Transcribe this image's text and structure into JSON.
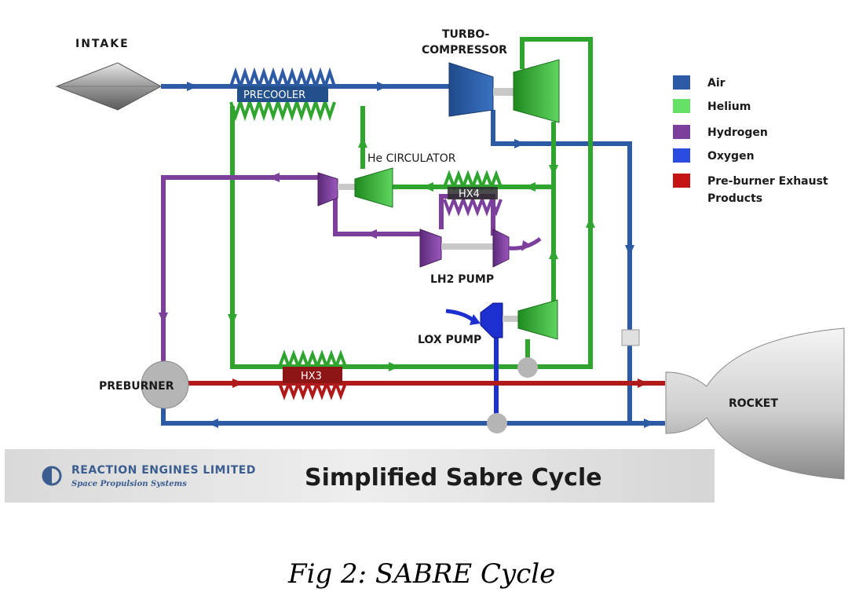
{
  "diagram": {
    "labels": {
      "intake": "INTAKE",
      "turbo_line1": "TURBO-",
      "turbo_line2": "COMPRESSOR",
      "precooler": "PRECOOLER",
      "he_circulator": "He CIRCULATOR",
      "hx4": "HX4",
      "lh2_pump": "LH2 PUMP",
      "lox_pump": "LOX PUMP",
      "preburner": "PREBURNER",
      "hx3": "HX3",
      "rocket": "ROCKET"
    },
    "legend": [
      {
        "label": "Air",
        "color": "#2c5aa5"
      },
      {
        "label": "Helium",
        "color": "#66e066"
      },
      {
        "label": "Hydrogen",
        "color": "#7d3f9c"
      },
      {
        "label": "Oxygen",
        "color": "#2b4ce0"
      },
      {
        "label": "Pre-burner Exhaust",
        "label2": "Products",
        "color": "#c41414"
      }
    ],
    "colors": {
      "air": "#2c5aa5",
      "helium": "#2fa52f",
      "hydrogen": "#7d3f9c",
      "oxygen": "#1e2fd0",
      "exhaust": "#b01a1a"
    }
  },
  "banner": {
    "company": "REACTION ENGINES LIMITED",
    "tagline": "Space Propulsion Systems",
    "title": "Simplified Sabre Cycle"
  },
  "caption": "Fig 2: SABRE Cycle"
}
